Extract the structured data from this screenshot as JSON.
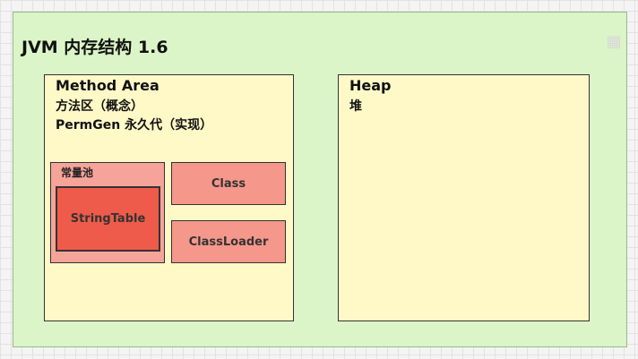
{
  "title": "JVM 内存结构 1.6",
  "method_area": {
    "name": "Method Area",
    "line2": "方法区（概念）",
    "line3": "PermGen 永久代（实现）"
  },
  "heap": {
    "name": "Heap",
    "subtitle": "堆"
  },
  "constant_pool": {
    "label": "常量池"
  },
  "string_table": {
    "label": "StringTable"
  },
  "class_box": {
    "label": "Class"
  },
  "classloader_box": {
    "label": "ClassLoader"
  },
  "colors": {
    "outer_bg": "#dcf5c8",
    "area_bg": "#fff9c8",
    "pool_bg": "#f6a49a",
    "string_table_bg": "#ef5b4a",
    "class_bg": "#f6978c"
  }
}
